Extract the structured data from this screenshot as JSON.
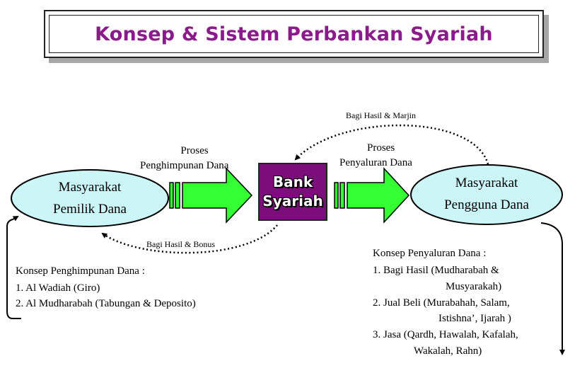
{
  "title": "Konsep & Sistem Perbankan Syariah",
  "center": {
    "line1": "Bank",
    "line2": "Syariah"
  },
  "left_node": {
    "line1": "Masyarakat",
    "line2": "Pemilik Dana"
  },
  "right_node": {
    "line1": "Masyarakat",
    "line2": "Pengguna Dana"
  },
  "arrow_left_label": {
    "line1": "Proses",
    "line2": "Penghimpunan Dana"
  },
  "arrow_right_label": {
    "line1": "Proses",
    "line2": "Penyaluran Dana"
  },
  "top_return_label": "Bagi Hasil & Marjin",
  "bottom_return_label": "Bagi Hasil & Bonus",
  "left_concept": {
    "heading": "Konsep Penghimpunan Dana :",
    "items": [
      "1. Al Wadiah (Giro)",
      "2. Al Mudharabah (Tabungan & Deposito)"
    ]
  },
  "right_concept": {
    "heading": "Konsep Penyaluran Dana :",
    "items": [
      {
        "line1": "1. Bagi Hasil (Mudharabah &",
        "line2": "Musyarakah)"
      },
      {
        "line1": "2. Jual Beli (Murabahah, Salam,",
        "line2": "Istishna’, Ijarah )"
      },
      {
        "line1": "3. Jasa (Qardh, Hawalah, Kafalah,",
        "line2": "Wakalah, Rahn)"
      }
    ]
  },
  "colors": {
    "title": "#8b1a8b",
    "bank_fill": "#7b0e7b",
    "ellipse_fill": "#ccf5f8",
    "arrow_fill": "#33ff33"
  }
}
